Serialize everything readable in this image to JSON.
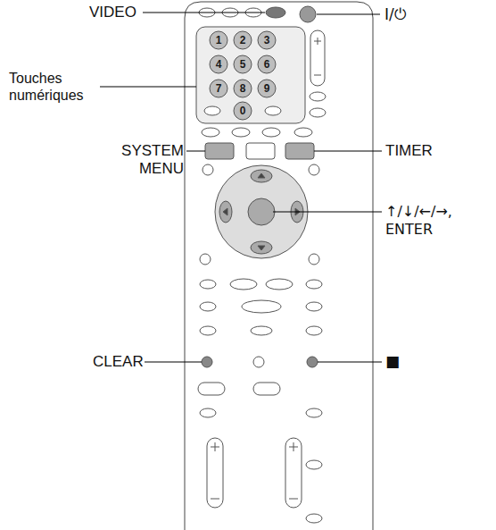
{
  "diagram": {
    "labels": [
      "VIDEO",
      "I/⏻",
      "Touches numériques",
      "SYSTEM MENU",
      "TIMER",
      "1",
      "2",
      "3",
      "4",
      "5",
      "6",
      "7",
      "8",
      "9",
      "0",
      "↑/↓/←/→, ENTER",
      "CLEAR",
      "■"
    ]
  }
}
